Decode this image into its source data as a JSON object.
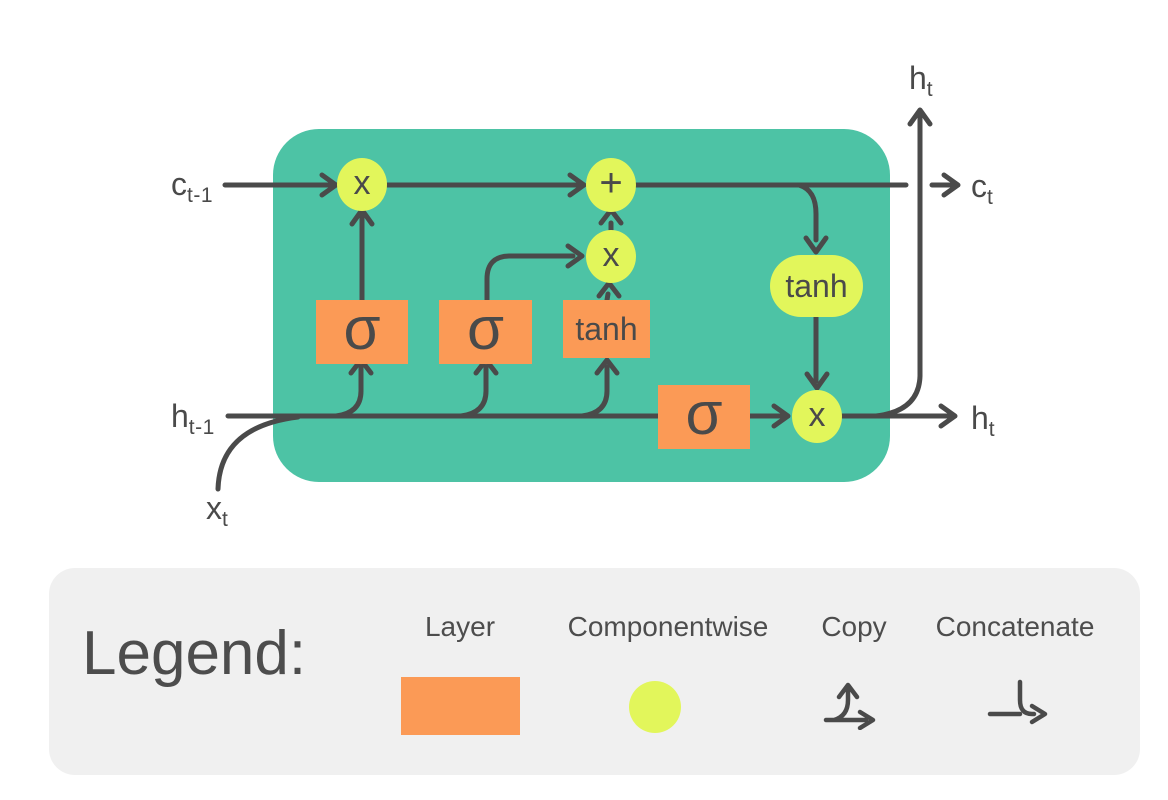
{
  "colors": {
    "cell": "#4DC3A5",
    "layer": "#FB9A56",
    "componentwise": "#E2F65B",
    "line": "#4A4A4A",
    "text": "#4A4A4A",
    "legend_bg": "#F0F0F0",
    "legend_text": "#4D4D4D",
    "canvas_bg": "#FFFFFF"
  },
  "diagram": {
    "inputs": {
      "c_prev": {
        "main": "c",
        "sub": "t-1"
      },
      "h_prev": {
        "main": "h",
        "sub": "t-1"
      },
      "x_in": {
        "main": "x",
        "sub": "t"
      }
    },
    "outputs": {
      "c_out": {
        "main": "c",
        "sub": "t"
      },
      "h_out_top": {
        "main": "h",
        "sub": "t"
      },
      "h_out_right": {
        "main": "h",
        "sub": "t"
      }
    },
    "nodes": {
      "forget_gate": "σ",
      "input_gate": "σ",
      "candidate_layer": "tanh",
      "output_gate": "σ",
      "mult1": "x",
      "add": "+",
      "mult2": "x",
      "mult3": "x",
      "tanh_activation": "tanh"
    }
  },
  "legend": {
    "title": "Legend:",
    "items": [
      {
        "label": "Layer",
        "swatch": "orange-rect"
      },
      {
        "label": "Componentwise",
        "swatch": "yellow-circle"
      },
      {
        "label": "Copy",
        "swatch": "copy-split-arrow"
      },
      {
        "label": "Concatenate",
        "swatch": "concatenate-merge-arrow"
      }
    ]
  }
}
